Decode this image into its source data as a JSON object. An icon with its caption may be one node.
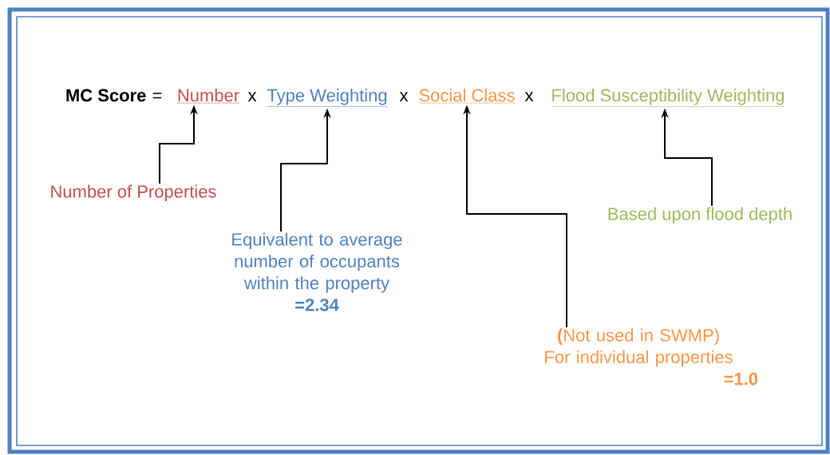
{
  "diagram": {
    "nodes": [
      {
        "text": [
          "Number"
        ]
      },
      {
        "text": [
          "Type Weighting"
        ]
      },
      {
        "text": [
          "Social Class"
        ]
      },
      {
        "text": [
          "Flood Susceptibility Weighting"
        ]
      },
      {
        "text": [
          "Number of Properties"
        ]
      },
      {
        "text": [
          "Equivalent to average number of occupants within the property",
          "=2.34"
        ]
      },
      {
        "text": [
          "**(**Not used in SWMP)",
          "For individual properties",
          "=1.0"
        ]
      },
      {
        "text": [
          "Based upon flood depth"
        ]
      }
    ],
    "edges": [
      {
        "from": 4,
        "to": 0,
        "arrow": "to"
      },
      {
        "from": 5,
        "to": 1,
        "arrow": "to"
      },
      {
        "from": 6,
        "to": 2,
        "arrow": "to"
      },
      {
        "from": 7,
        "to": 3,
        "arrow": "to"
      }
    ],
    "labels": [
      "MC Score",
      "=",
      "x",
      "x",
      "x"
    ]
  }
}
